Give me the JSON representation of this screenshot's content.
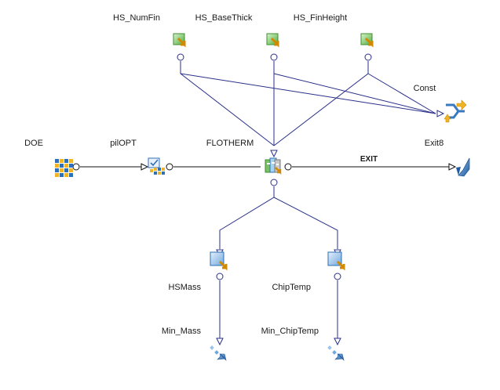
{
  "inputs": {
    "num_fin": "HS_NumFin",
    "base_thick": "HS_BaseThick",
    "fin_height": "HS_FinHeight"
  },
  "const_label": "Const",
  "doe_label": "DOE",
  "optimizer_label": "pilOPT",
  "simulation_label": "FLOTHERM",
  "exit_label": "Exit8",
  "exit_link_label": "EXIT",
  "outputs": {
    "mass": "HSMass",
    "chip_temp": "ChipTemp"
  },
  "objectives": {
    "min_mass": "Min_Mass",
    "min_chip_temp": "Min_ChipTemp"
  },
  "colors": {
    "link": "#2a2f8a",
    "input_green": "#5cbf4a",
    "arrow_orange": "#f0b429",
    "output_blue": "#6fa8dc",
    "objective_blue": "#2f6fb5"
  },
  "icons": {
    "input": "input-variable-icon",
    "constraint": "constraint-icon",
    "doe": "doe-grid-icon",
    "optimizer": "optimizer-icon",
    "simulation": "flotherm-node-icon",
    "exit": "exit-icon",
    "output": "output-variable-icon",
    "objective": "objective-arrow-icon"
  }
}
